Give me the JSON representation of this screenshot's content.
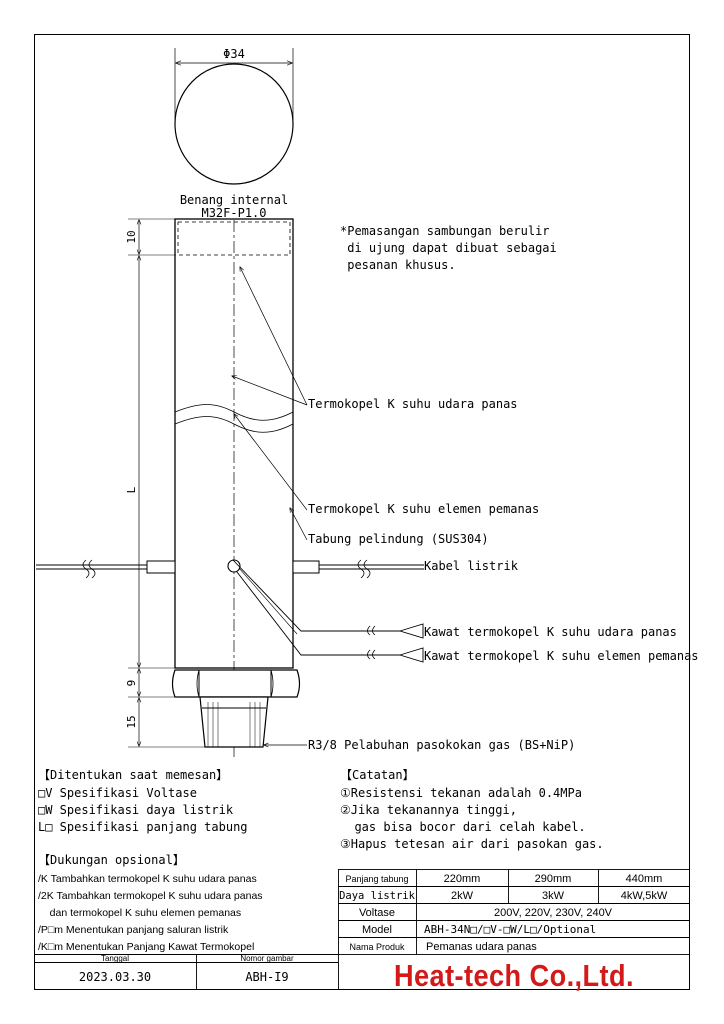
{
  "drawing": {
    "top_dim": "Φ34",
    "thread_label_1": "Benang internal",
    "thread_label_2": "M32F-P1.0",
    "note_lines": [
      "*Pemasangan sambungan berulir",
      " di ujung dapat dibuat sebagai",
      " pesanan khusus."
    ],
    "dim_10": "10",
    "dim_L": "L",
    "dim_9": "9",
    "dim_15": "15",
    "callouts": {
      "air_tc": "Termokopel K suhu udara panas",
      "element_tc": "Termokopel K suhu elemen pemanas",
      "tube": "Tabung pelindung (SUS304)",
      "cable": "Kabel listrik",
      "air_wire": "Kawat termokopel K suhu udara panas",
      "element_wire": "Kawat termokopel K suhu elemen pemanas",
      "port": "R3/8 Pelabuhan pasokokan gas (BS+NiP)"
    }
  },
  "order": {
    "title": "【Ditentukan saat memesan】",
    "items": [
      "□V Spesifikasi Voltase",
      "□W Spesifikasi daya listrik",
      "L□ Spesifikasi panjang tabung"
    ]
  },
  "notes": {
    "title": "【Catatan】",
    "items": [
      "①Resistensi tekanan adalah 0.4MPa",
      "②Jika tekanannya tinggi,",
      "  gas bisa bocor dari celah kabel.",
      "③Hapus tetesan air dari pasokan gas."
    ]
  },
  "options": {
    "title": "【Dukungan opsional】",
    "items": [
      "/K Tambahkan termokopel K suhu udara panas",
      "/2K Tambahkan termokopel K suhu udara panas",
      "    dan termokopel K suhu elemen pemanas",
      "/P□m Menentukan panjang saluran listrik",
      "/K□m Menentukan Panjang Kawat Termokopel"
    ]
  },
  "spec_table": {
    "length_label": "Panjang tabung",
    "lengths": [
      "220mm",
      "290mm",
      "440mm"
    ],
    "power_label": "Daya listrik",
    "powers": [
      "2kW",
      "3kW",
      "4kW,5kW"
    ],
    "voltage_label": "Voltase",
    "voltage_value": "200V, 220V, 230V, 240V",
    "model_label": "Model",
    "model_value": "ABH-34N□/□V-□W/L□/Optional",
    "name_label": "Nama Produk",
    "name_value": "Pemanas udara panas"
  },
  "title_block": {
    "date_label": "Tanggal",
    "drawing_no_label": "Nomor gambar",
    "date_value": "2023.03.30",
    "drawing_no_value": "ABH-I9",
    "company": "Heat-tech Co.,Ltd."
  }
}
